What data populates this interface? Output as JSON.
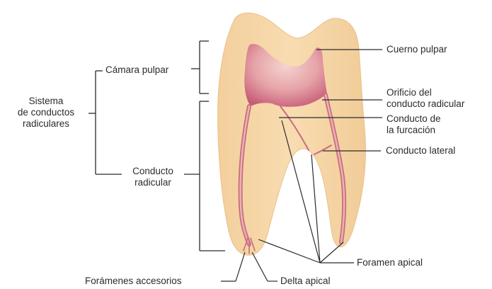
{
  "labels": {
    "sistema": [
      "Sistema",
      "de conductos",
      "radiculares"
    ],
    "camara_pulpar": "Cámara pulpar",
    "conducto_radicular": [
      "Conducto",
      "radicular"
    ],
    "cuerno_pulpar": "Cuerno pulpar",
    "orificio": [
      "Orificio del",
      "conducto radicular"
    ],
    "conducto_furcacion": [
      "Conducto de",
      "la furcación"
    ],
    "conducto_lateral": "Conducto lateral",
    "foramen_apical": "Foramen apical",
    "foramenes_accesorios": "Forámenes accesorios",
    "delta_apical": "Delta apical"
  },
  "colors": {
    "tooth": "#f6d7a8",
    "tooth_edge": "#ecc18a",
    "pulp_dark": "#c9647a",
    "pulp_light": "#f2c6c2",
    "leader": "#2b2b2b"
  }
}
